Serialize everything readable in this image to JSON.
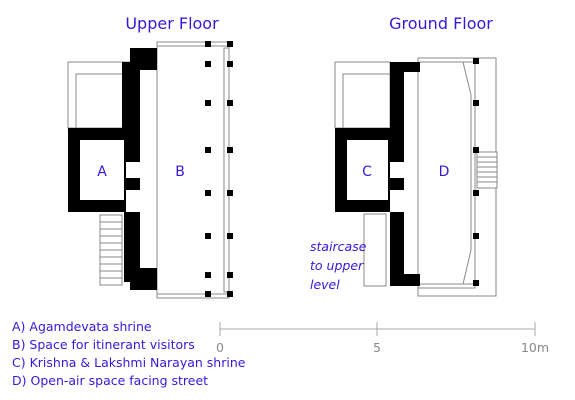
{
  "titles": {
    "upper": "Upper Floor",
    "ground": "Ground Floor"
  },
  "rooms": {
    "upper_shrine": "A",
    "upper_hall": "B",
    "ground_shrine": "C",
    "ground_space": "D"
  },
  "staircase_note": [
    "staircase",
    "to upper",
    "level"
  ],
  "legend": [
    "A) Agamdevata shrine",
    "B) Space for itinerant visitors",
    "C) Krishna & Lakshmi Narayan shrine",
    "D) Open-air space facing street"
  ],
  "scale": {
    "labels": [
      "0",
      "5",
      "10m"
    ]
  },
  "colors": {
    "label": "#3a17d8",
    "wall": "#000000",
    "outline": "#888888",
    "scale": "#9a9a9a"
  }
}
